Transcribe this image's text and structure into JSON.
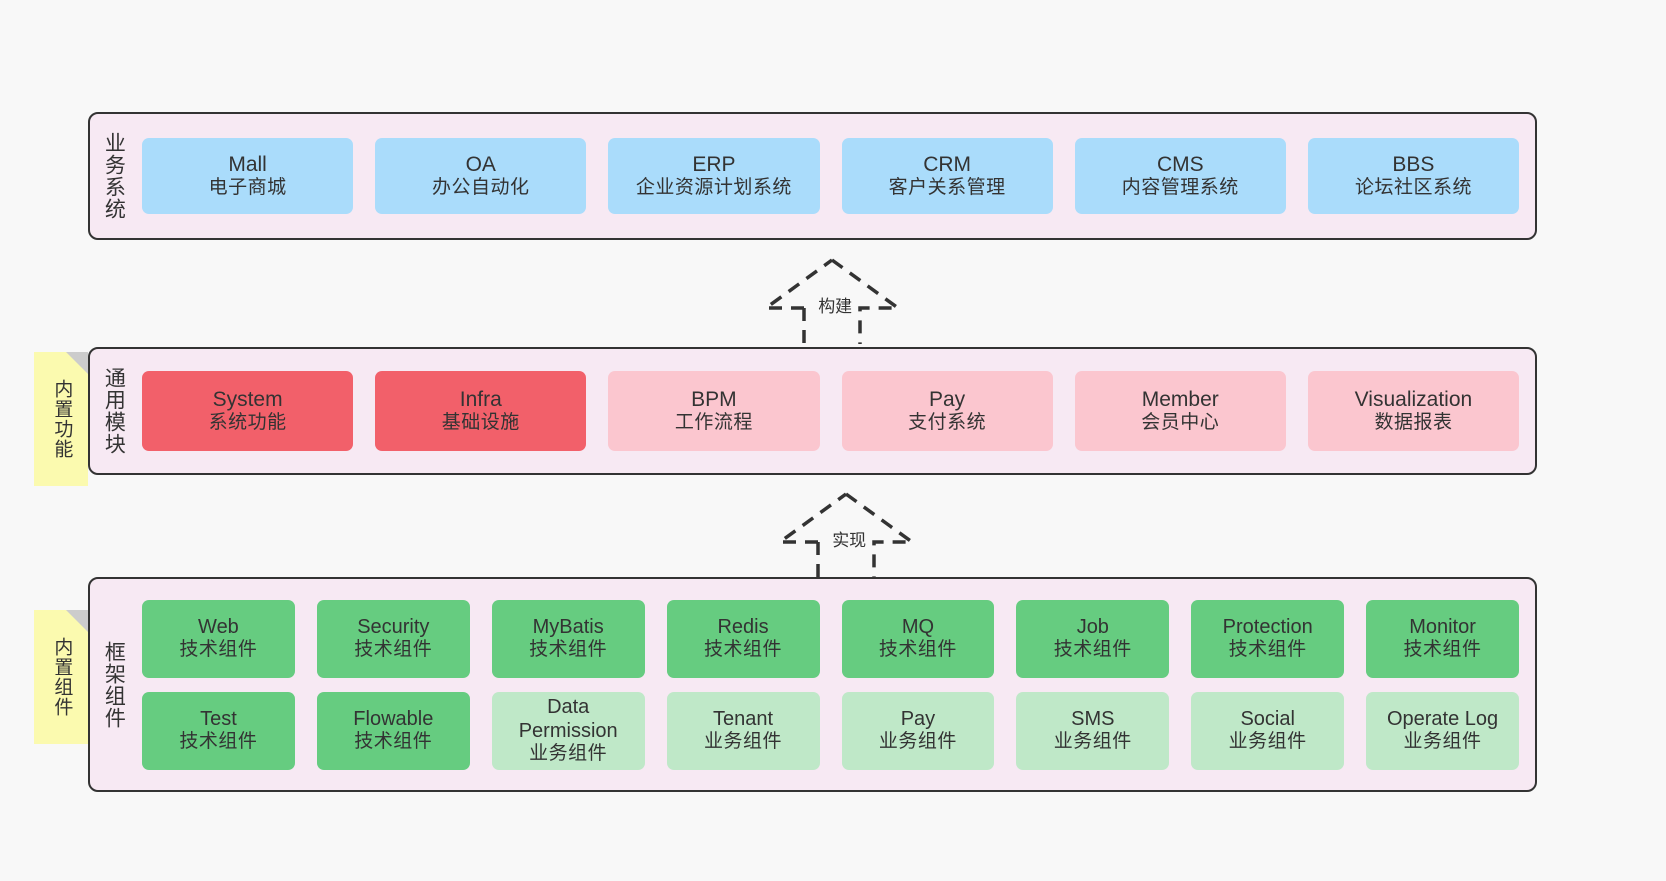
{
  "diagram": {
    "background_color": "#f8f8f8",
    "panel_color": "#f7e9f3",
    "border_color": "#333333",
    "note_color": "#fbfaaf"
  },
  "notes": [
    {
      "id": "note-common",
      "label": "内置功能",
      "name": "builtin-function-note"
    },
    {
      "id": "note-component",
      "label": "内置组件",
      "name": "builtin-component-note"
    }
  ],
  "connectors": [
    {
      "id": "arrow-build",
      "label": "构建",
      "name": "build-arrow"
    },
    {
      "id": "arrow-implement",
      "label": "实现",
      "name": "implement-arrow"
    }
  ],
  "layers": [
    {
      "id": "business",
      "title": "业务系统",
      "color": "#aadcfb",
      "rows": [
        [
          {
            "en": "Mall",
            "cn": "电子商城",
            "color": "#aadcfb"
          },
          {
            "en": "OA",
            "cn": "办公自动化",
            "color": "#aadcfb"
          },
          {
            "en": "ERP",
            "cn": "企业资源计划系统",
            "color": "#aadcfb"
          },
          {
            "en": "CRM",
            "cn": "客户关系管理",
            "color": "#aadcfb"
          },
          {
            "en": "CMS",
            "cn": "内容管理系统",
            "color": "#aadcfb"
          },
          {
            "en": "BBS",
            "cn": "论坛社区系统",
            "color": "#aadcfb"
          }
        ]
      ]
    },
    {
      "id": "common",
      "title": "通用模块",
      "color": "#fbc6cf",
      "rows": [
        [
          {
            "en": "System",
            "cn": "系统功能",
            "color": "#f2606a"
          },
          {
            "en": "Infra",
            "cn": "基础设施",
            "color": "#f2606a"
          },
          {
            "en": "BPM",
            "cn": "工作流程",
            "color": "#fbc6cf"
          },
          {
            "en": "Pay",
            "cn": "支付系统",
            "color": "#fbc6cf"
          },
          {
            "en": "Member",
            "cn": "会员中心",
            "color": "#fbc6cf"
          },
          {
            "en": "Visualization",
            "cn": "数据报表",
            "color": "#fbc6cf"
          }
        ]
      ]
    },
    {
      "id": "framework",
      "title": "框架组件",
      "color": "#66cc80",
      "rows": [
        [
          {
            "en": "Web",
            "cn": "技术组件",
            "color": "#66cc80"
          },
          {
            "en": "Security",
            "cn": "技术组件",
            "color": "#66cc80"
          },
          {
            "en": "MyBatis",
            "cn": "技术组件",
            "color": "#66cc80"
          },
          {
            "en": "Redis",
            "cn": "技术组件",
            "color": "#66cc80"
          },
          {
            "en": "MQ",
            "cn": "技术组件",
            "color": "#66cc80"
          },
          {
            "en": "Job",
            "cn": "技术组件",
            "color": "#66cc80"
          },
          {
            "en": "Protection",
            "cn": "技术组件",
            "color": "#66cc80"
          },
          {
            "en": "Monitor",
            "cn": "技术组件",
            "color": "#66cc80"
          }
        ],
        [
          {
            "en": "Test",
            "cn": "技术组件",
            "color": "#66cc80"
          },
          {
            "en": "Flowable",
            "cn": "技术组件",
            "color": "#66cc80"
          },
          {
            "en": "Data Permission",
            "cn": "业务组件",
            "color": "#bfe8c8"
          },
          {
            "en": "Tenant",
            "cn": "业务组件",
            "color": "#bfe8c8"
          },
          {
            "en": "Pay",
            "cn": "业务组件",
            "color": "#bfe8c8"
          },
          {
            "en": "SMS",
            "cn": "业务组件",
            "color": "#bfe8c8"
          },
          {
            "en": "Social",
            "cn": "业务组件",
            "color": "#bfe8c8"
          },
          {
            "en": "Operate Log",
            "cn": "业务组件",
            "color": "#bfe8c8"
          }
        ]
      ]
    }
  ]
}
